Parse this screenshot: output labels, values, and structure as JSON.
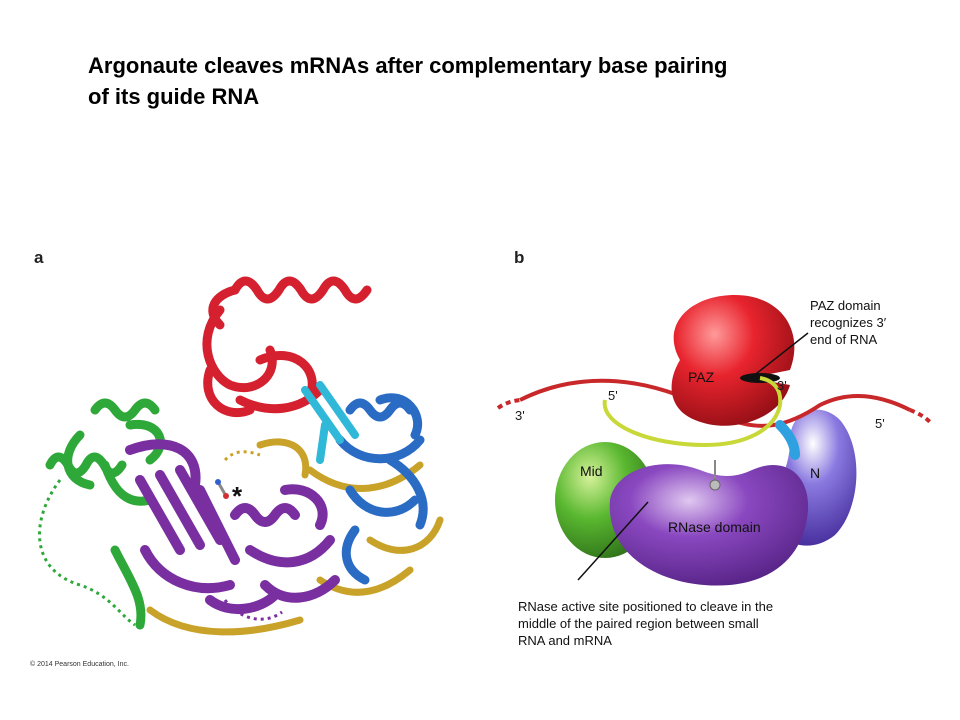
{
  "title": {
    "line1": "Argonaute cleaves mRNAs after complementary base pairing",
    "line2": "of its guide RNA"
  },
  "panel_a": {
    "label": "a",
    "asterisk": "*",
    "copyright": "© 2014 Pearson Education, Inc.",
    "colors": {
      "pink_red": "#d4202f",
      "green": "#2fa83a",
      "purple": "#7a2fa0",
      "blue": "#2a6cc4",
      "cyan": "#2fb8d8",
      "gold": "#c9a22a"
    }
  },
  "panel_b": {
    "label": "b",
    "domains": {
      "paz": "PAZ",
      "mid": "Mid",
      "n": "N",
      "rnase": "RNase domain"
    },
    "rna_ends": {
      "left_3": "3'",
      "guide_5": "5'",
      "guide_3": "3'",
      "right_5": "5'"
    },
    "annotations": {
      "paz_note": [
        "PAZ domain",
        "recognizes 3′",
        "end of RNA"
      ],
      "rnase_note": [
        "RNase active site positioned to cleave in the",
        "middle of the paired region between small",
        "RNA and mRNA"
      ]
    },
    "colors": {
      "paz": "#e0202a",
      "mid": "#5ab830",
      "n": "#5a3cc0",
      "rnase": "#7a3ab0",
      "mrna": "#c8282a",
      "guide": "#c8d838"
    }
  }
}
